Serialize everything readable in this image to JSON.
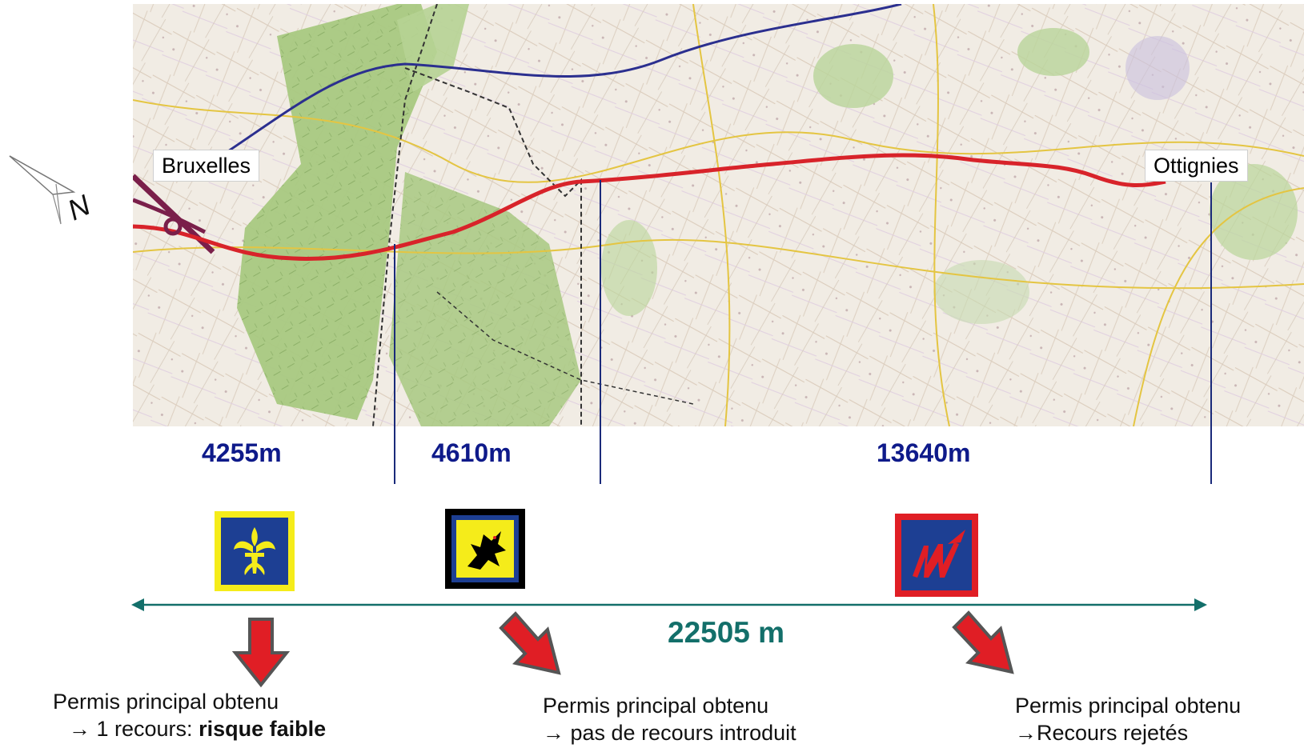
{
  "map": {
    "colors": {
      "route": "#d8232a",
      "railway": "#2b2f8f",
      "forest": "#a8c981",
      "background": "#f1ece4",
      "road": "#e4c542",
      "boundary": "#333333"
    },
    "icons": [
      "compass-north-icon"
    ],
    "compass_letter": "N"
  },
  "cities": {
    "start": "Bruxelles",
    "end": "Ottignies"
  },
  "segments": [
    {
      "length": "4255m"
    },
    {
      "length": "4610m"
    },
    {
      "length": "13640m"
    }
  ],
  "regions": [
    {
      "emblem": "brussels-iris-emblem-icon",
      "colors": {
        "frame": "#f5ec1a",
        "field": "#1d3f93",
        "symbol": "#f5ec1a"
      }
    },
    {
      "emblem": "flanders-lion-emblem-icon",
      "colors": {
        "frame": "#000000",
        "field": "#1d3f93",
        "symbol": "#f5ec1a"
      }
    },
    {
      "emblem": "wallonia-w-emblem-icon",
      "colors": {
        "frame": "#e01e25",
        "field": "#1d3f93",
        "symbol": "#e01e25"
      }
    }
  ],
  "total": {
    "length": "22505 m",
    "color": "#136f6a"
  },
  "statuses": [
    {
      "line1": "Permis principal obtenu",
      "line2_prefix": "→ 1 recours: ",
      "line2_bold": "risque faible"
    },
    {
      "line1": "Permis principal obtenu",
      "line2_prefix": "→  pas de recours introduit",
      "line2_bold": ""
    },
    {
      "line1": "Permis principal obtenu",
      "line2_prefix": "→Recours rejetés",
      "line2_bold": ""
    }
  ],
  "arrow_color": "#e01e25"
}
